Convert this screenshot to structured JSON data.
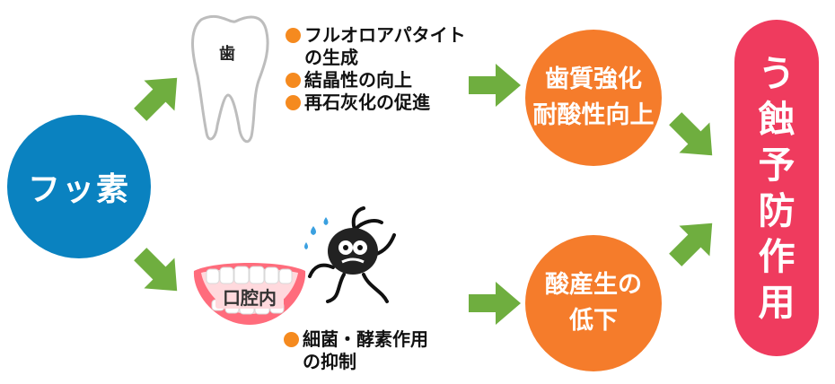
{
  "source": {
    "label": "フッ素",
    "color": "#0a82c0"
  },
  "tooth": {
    "label": "歯"
  },
  "tooth_effects": [
    {
      "text": "フルオロアパタイト",
      "cont": "の生成"
    },
    {
      "text": "結晶性の向上"
    },
    {
      "text": "再石灰化の促進"
    }
  ],
  "mouth": {
    "label": "口腔内"
  },
  "mouth_effect": {
    "text": "細菌・酵素作用",
    "cont": "の抑制"
  },
  "result_top": {
    "line1": "歯質強化",
    "line2": "耐酸性向上"
  },
  "result_bottom": {
    "line1": "酸産生の",
    "line2": "低下"
  },
  "final": {
    "label": "う\n蝕\n予\n防\n作\n用",
    "color": "#ef3b5e"
  },
  "colors": {
    "arrow": "#6fae3f",
    "bullet": "#f58a1f",
    "circle_orange": "#f57c2b"
  }
}
